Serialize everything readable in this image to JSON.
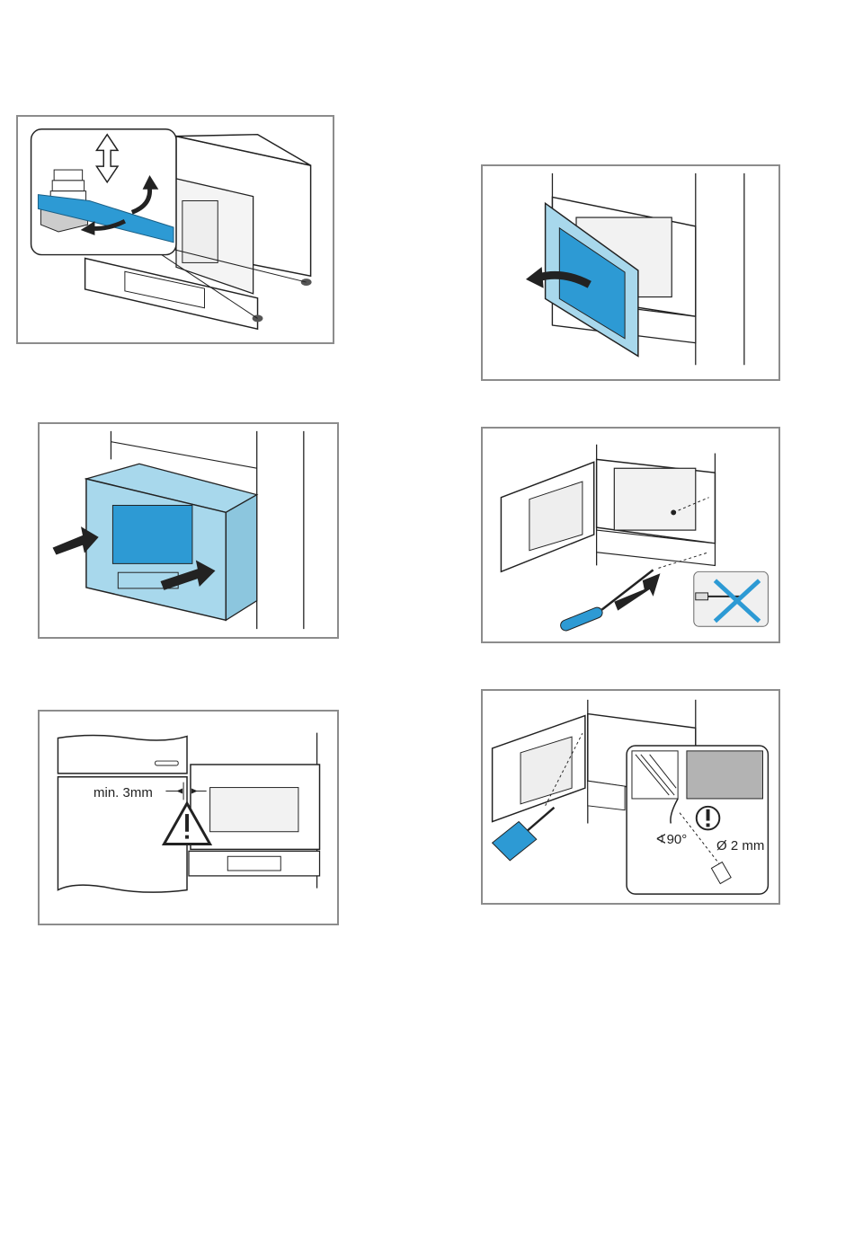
{
  "colors": {
    "accent_light": "#a8d8ec",
    "accent_dark": "#2d9ad4",
    "line": "#222222",
    "frame": "#8c8c8c",
    "detail_gray": "#b3b3b3"
  },
  "figures": [
    {
      "name": "adjust-feet",
      "icons": [
        "adjustable-foot-icon",
        "wrench-icon",
        "up-down-arrow-icon",
        "rotate-arrow-icon"
      ]
    },
    {
      "name": "open-door",
      "icons": [
        "swing-arrow-icon"
      ]
    },
    {
      "name": "push-appliance-in",
      "icons": [
        "push-arrow-icon"
      ]
    },
    {
      "name": "fix-screw",
      "icons": [
        "screwdriver-icon",
        "no-drill-icon"
      ]
    },
    {
      "name": "gap-warning",
      "icons": [
        "warning-triangle-icon"
      ]
    },
    {
      "name": "drill-hole",
      "icons": [
        "drill-icon",
        "exclamation-icon"
      ]
    }
  ],
  "labels": {
    "min_gap": "min. 3mm",
    "angle": "∢90°",
    "diameter": "Ø 2 mm"
  }
}
